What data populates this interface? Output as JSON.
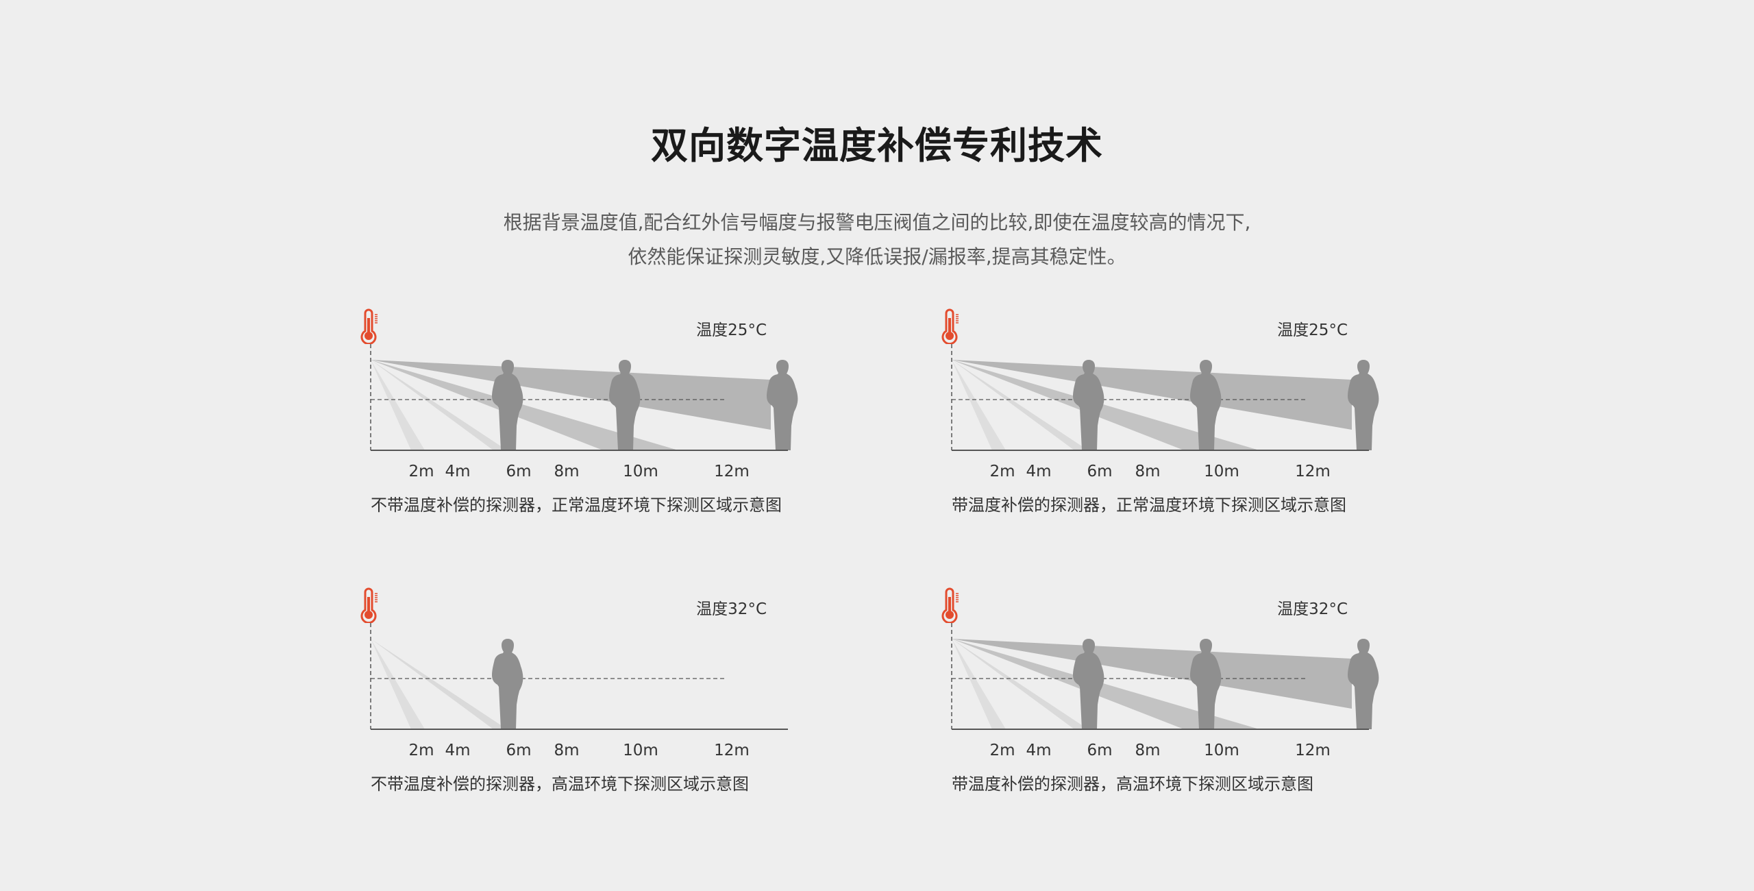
{
  "header": {
    "title": "双向数字温度补偿专利技术",
    "description_lines": [
      "根据背景温度值,配合红外信号幅度与报警电压阀值之间的比较,即使在温度较高的情况下,",
      "依然能保证探测灵敏度,又降低误报/漏报率,提高其稳定性。"
    ]
  },
  "colors": {
    "background": "#eeeeee",
    "title": "#1a1a1a",
    "text": "#333333",
    "thermometer": "#e34c2e",
    "person": "#8f8f8f",
    "beam_far": "#b4b4b4",
    "beam_mid": "#c4c4c4",
    "beam_near": "#dcdcdc"
  },
  "axis_ticks": [
    "2m",
    "4m",
    "6m",
    "8m",
    "10m",
    "12m"
  ],
  "panels": [
    {
      "id": "no-comp-normal",
      "temperature_label": "温度25°C",
      "thermometer_icon": "thermometer-icon",
      "caption": "不带温度补偿的探测器，正常温度环境下探测区域示意图",
      "beams_reach": [
        "2m",
        "4m",
        "8m",
        "12m"
      ],
      "persons_at": [
        "6m",
        "8m",
        "12m"
      ]
    },
    {
      "id": "comp-normal",
      "temperature_label": "温度25°C",
      "thermometer_icon": "thermometer-icon",
      "caption": "带温度补偿的探测器，正常温度环境下探测区域示意图",
      "beams_reach": [
        "2m",
        "4m",
        "8m",
        "12m"
      ],
      "persons_at": [
        "6m",
        "8m",
        "12m"
      ]
    },
    {
      "id": "no-comp-high",
      "temperature_label": "温度32°C",
      "thermometer_icon": "thermometer-icon",
      "caption": "不带温度补偿的探测器，高温环境下探测区域示意图",
      "beams_reach": [
        "2m",
        "6m"
      ],
      "persons_at": [
        "6m"
      ]
    },
    {
      "id": "comp-high",
      "temperature_label": "温度32°C",
      "thermometer_icon": "thermometer-icon",
      "caption": "带温度补偿的探测器，高温环境下探测区域示意图",
      "beams_reach": [
        "2m",
        "4m",
        "8m",
        "12m"
      ],
      "persons_at": [
        "6m",
        "8m",
        "12m"
      ]
    }
  ]
}
